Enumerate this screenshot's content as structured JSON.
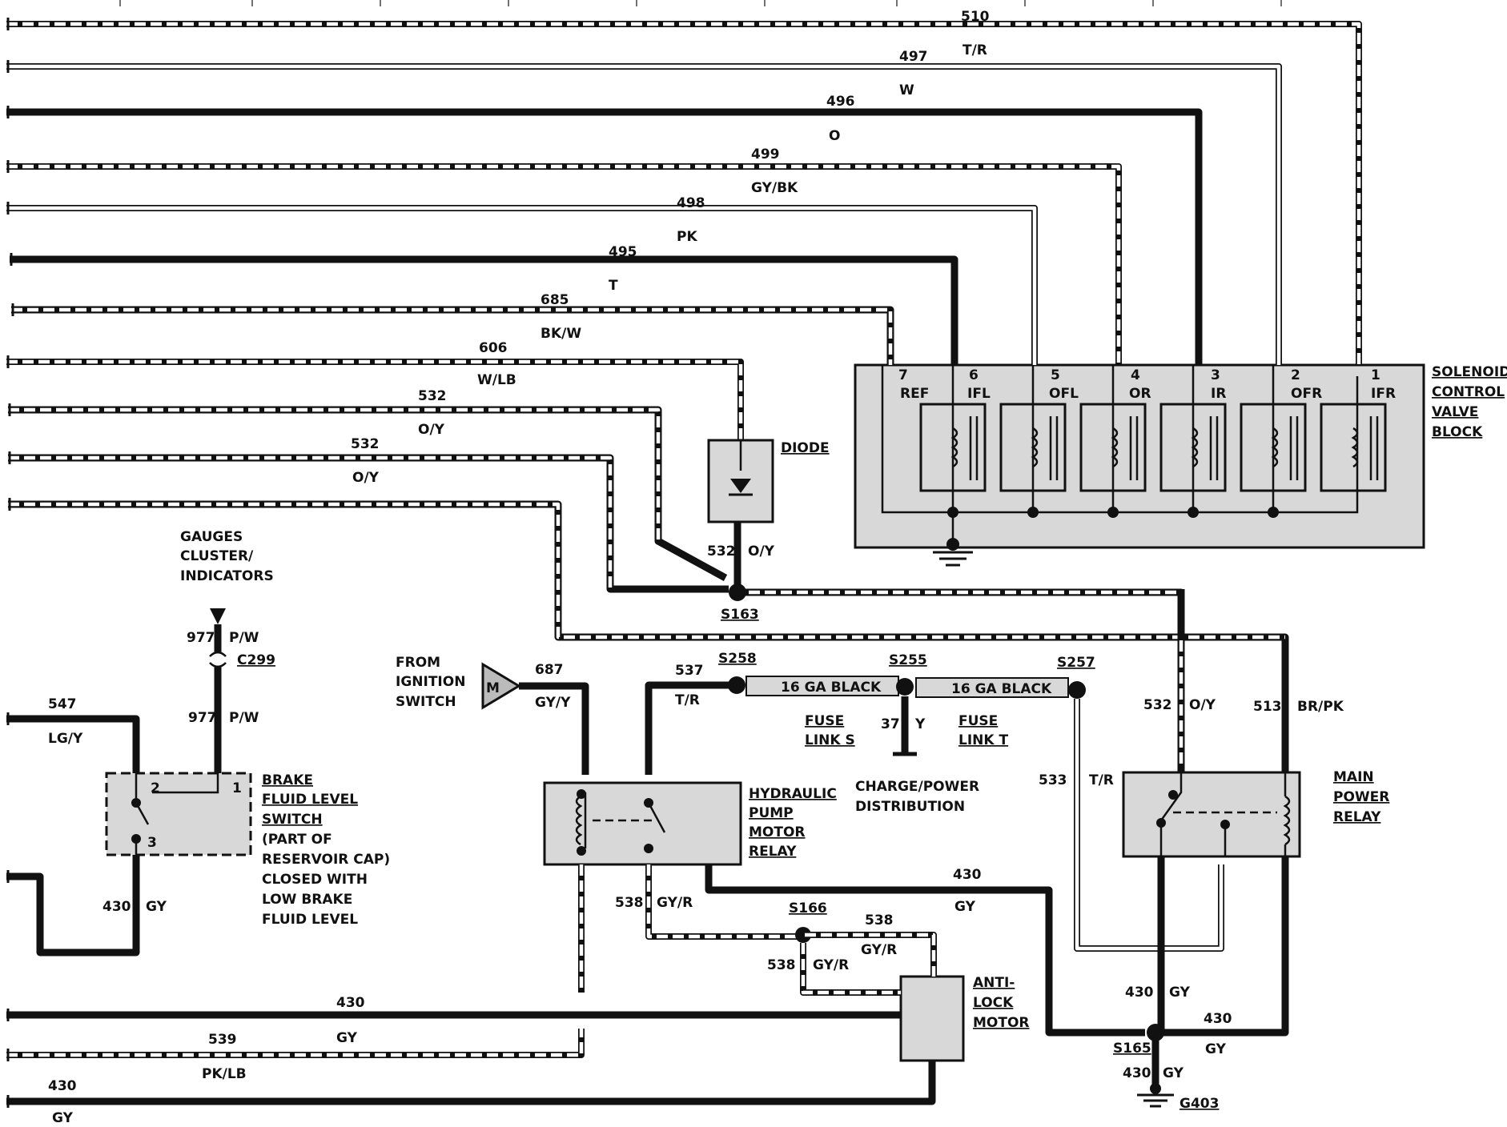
{
  "wires": {
    "w510": {
      "num": "510",
      "color": "T/R"
    },
    "w497": {
      "num": "497",
      "color": "W"
    },
    "w496": {
      "num": "496",
      "color": "O"
    },
    "w499": {
      "num": "499",
      "color": "GY/BK"
    },
    "w498": {
      "num": "498",
      "color": "PK"
    },
    "w495": {
      "num": "495",
      "color": "T"
    },
    "w685": {
      "num": "685",
      "color": "BK/W"
    },
    "w606": {
      "num": "606",
      "color": "W/LB"
    },
    "w532a": {
      "num": "532",
      "color": "O/Y"
    },
    "w532b": {
      "num": "532",
      "color": "O/Y"
    },
    "w532c": {
      "num": "532",
      "color": "O/Y"
    },
    "w532d": {
      "num": "532",
      "color": "O/Y"
    },
    "w513": {
      "num": "513",
      "color": "BR/PK"
    },
    "w977a": {
      "num": "977",
      "color": "P/W"
    },
    "w977b": {
      "num": "977",
      "color": "P/W"
    },
    "w547": {
      "num": "547",
      "color": "LG/Y"
    },
    "w430a": {
      "num": "430",
      "color": "GY"
    },
    "w430b": {
      "num": "430",
      "color": "GY"
    },
    "w430c": {
      "num": "430",
      "color": "GY"
    },
    "w430d": {
      "num": "430",
      "color": "GY"
    },
    "w430e": {
      "num": "430",
      "color": "GY"
    },
    "w430f": {
      "num": "430",
      "color": "GY"
    },
    "w430g": {
      "num": "430",
      "color": "GY"
    },
    "w687": {
      "num": "687",
      "color": "GY/Y"
    },
    "w537": {
      "num": "537",
      "color": "T/R"
    },
    "w533": {
      "num": "533",
      "color": "T/R"
    },
    "w538a": {
      "num": "538",
      "color": "GY/R"
    },
    "w538b": {
      "num": "538",
      "color": "GY/R"
    },
    "w538c": {
      "num": "538",
      "color": "GY/R"
    },
    "w539": {
      "num": "539",
      "color": "PK/LB"
    },
    "w37": {
      "num": "37",
      "color": "Y"
    }
  },
  "components": {
    "solenoid_block": [
      "SOLENOID",
      "CONTROL",
      "VALVE",
      "BLOCK"
    ],
    "solenoid_pins": [
      {
        "num": "7",
        "name": "REF"
      },
      {
        "num": "6",
        "name": "IFL"
      },
      {
        "num": "5",
        "name": "OFL"
      },
      {
        "num": "4",
        "name": "OR"
      },
      {
        "num": "3",
        "name": "IR"
      },
      {
        "num": "2",
        "name": "OFR"
      },
      {
        "num": "1",
        "name": "IFR"
      }
    ],
    "diode": "DIODE",
    "gauges": [
      "GAUGES",
      "CLUSTER/",
      "INDICATORS"
    ],
    "brake_switch": [
      "BRAKE",
      "FLUID LEVEL",
      "SWITCH"
    ],
    "brake_switch_note": [
      "(PART OF",
      "RESERVOIR CAP)",
      "CLOSED WITH",
      "LOW BRAKE",
      "FLUID LEVEL"
    ],
    "brake_pins": [
      "2",
      "1",
      "3"
    ],
    "ignition": [
      "FROM",
      "IGNITION",
      "SWITCH"
    ],
    "ignition_symbol": "M",
    "hydraulic_relay": [
      "HYDRAULIC",
      "PUMP",
      "MOTOR",
      "RELAY"
    ],
    "main_relay": [
      "MAIN",
      "POWER",
      "RELAY"
    ],
    "antilock_motor": [
      "ANTI-",
      "LOCK",
      "MOTOR"
    ],
    "charge_power": [
      "CHARGE/POWER",
      "DISTRIBUTION"
    ],
    "fuse_s": [
      "FUSE",
      "LINK S"
    ],
    "fuse_t": [
      "FUSE",
      "LINK T"
    ],
    "fuse_s_wire": "16 GA BLACK",
    "fuse_t_wire": "16 GA BLACK"
  },
  "splices": {
    "s163": "S163",
    "s258": "S258",
    "s255": "S255",
    "s257": "S257",
    "s166": "S166",
    "s165": "S165",
    "c299": "C299",
    "g403": "G403"
  }
}
